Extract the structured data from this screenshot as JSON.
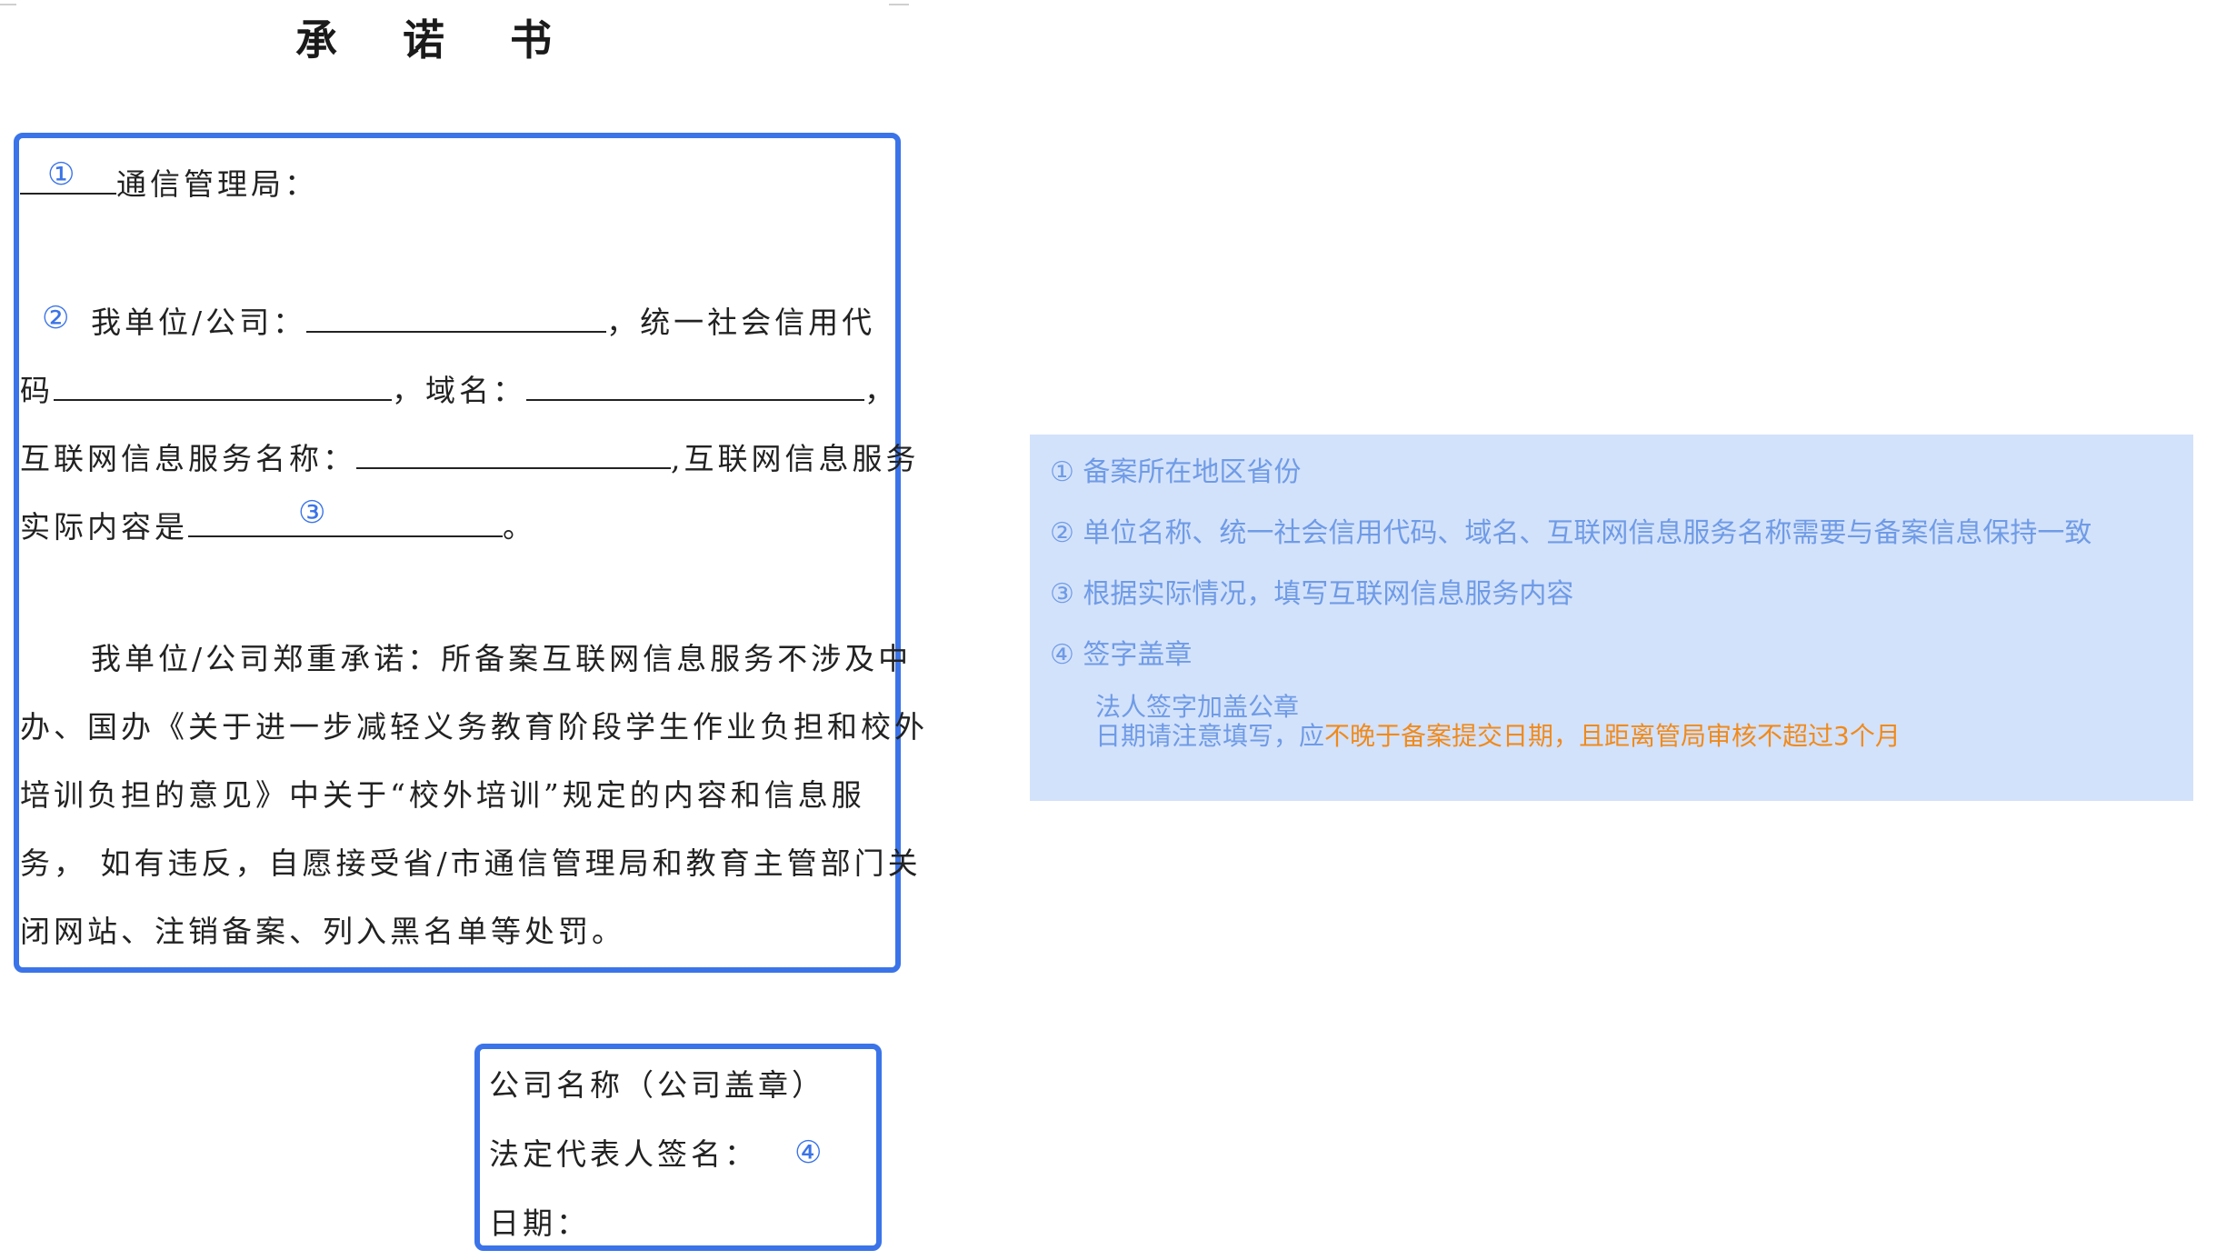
{
  "document": {
    "title": "承 诺 书",
    "addressee": "通信管理局：",
    "para1": {
      "line1_a": "我单位/公司：",
      "line1_b": "，统一社会信用代",
      "line2_a": "码",
      "line2_b": "，域名：",
      "line2_c": "，",
      "line3_a": "互联网信息服务名称：",
      "line3_b": ",互联网信息服务",
      "line4_a": "实际内容是",
      "line4_b": "。"
    },
    "pledge": [
      "我单位/公司郑重承诺：所备案互联网信息服务不涉及中",
      "办、国办《关于进一步减轻义务教育阶段学生作业负担和校外",
      "培训负担的意见》中关于“校外培训”规定的内容和信息服",
      "务， 如有违反，自愿接受省/市通信管理局和教育主管部门关",
      "闭网站、注销备案、列入黑名单等处罚。"
    ],
    "signature": {
      "company": "公司名称（公司盖章）",
      "legal_rep": "法定代表人签名：",
      "date": "日期："
    }
  },
  "markers": {
    "m1": "①",
    "m2": "②",
    "m3": "③",
    "m4": "④"
  },
  "notes": {
    "n1": "① 备案所在地区省份",
    "n2": "② 单位名称、统一社会信用代码、域名、互联网信息服务名称需要与备案信息保持一致",
    "n3": "③ 根据实际情况，填写互联网信息服务内容",
    "n4": "④ 签字盖章",
    "n4_sub1": "法人签字加盖公章",
    "n4_sub2_prefix": "日期请注意填写，应",
    "n4_sub2_highlight": "不晚于备案提交日期，且距离管局审核不超过3个月"
  },
  "colors": {
    "highlight_border": "#3b74e8",
    "marker": "#3b74e8",
    "notes_background": "#d3e2fb",
    "notes_text": "#6f9be6",
    "warning_text": "#f08a1c"
  }
}
